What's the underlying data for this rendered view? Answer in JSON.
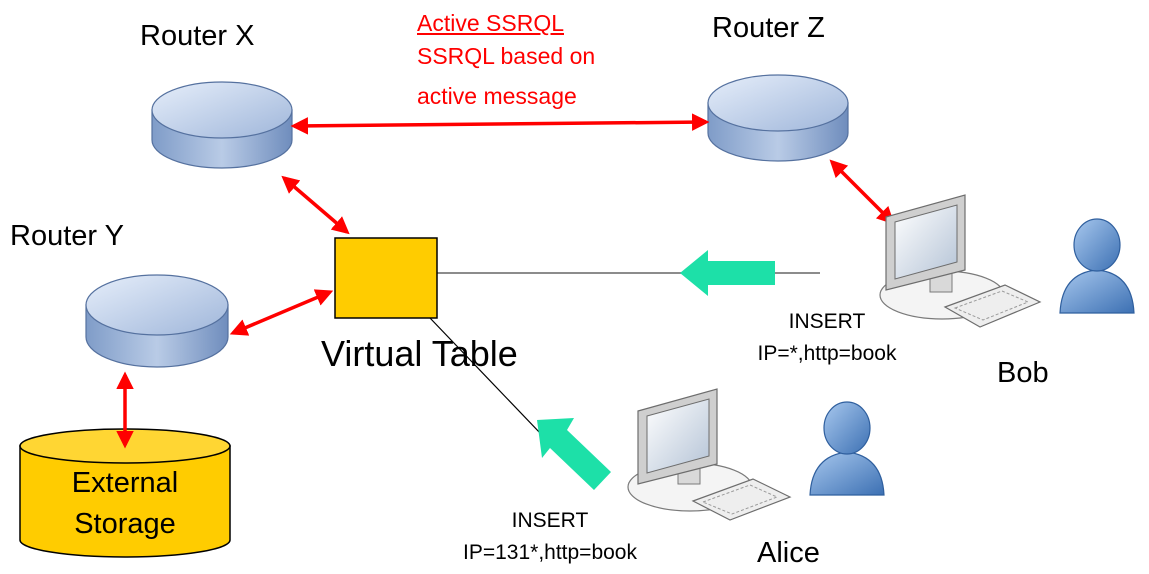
{
  "routers": {
    "x_label": "Router X",
    "y_label": "Router Y",
    "z_label": "Router Z"
  },
  "active_note": {
    "title": "Active SSRQL",
    "line2": "SSRQL based on",
    "line3": "active message"
  },
  "virtual_table_label": "Virtual Table",
  "storage": {
    "line1": "External",
    "line2": "Storage"
  },
  "bob": {
    "name": "Bob",
    "cmd": "INSERT",
    "query": "IP=*,http=book"
  },
  "alice": {
    "name": "Alice",
    "cmd": "INSERT",
    "query": "IP=131*,http=book"
  },
  "colors": {
    "arrow_red": "#ff0000",
    "green_arrow": "#1de0a8",
    "virtual_table_fill": "#ffcc00",
    "storage_fill": "#ffcc00",
    "router_fill": "#b8cbe8",
    "person_fill": "#5b8fc9"
  }
}
